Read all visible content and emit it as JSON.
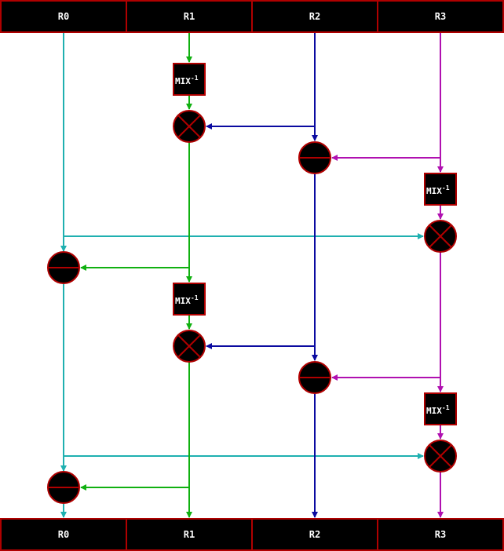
{
  "registers_top": [
    "R0",
    "R1",
    "R2",
    "R3"
  ],
  "registers_bottom": [
    "R0",
    "R1",
    "R2",
    "R3"
  ],
  "mix_label": {
    "text": "MIX",
    "superscript": "-1"
  },
  "colors": {
    "box_fill": "#000000",
    "box_stroke": "#b00000",
    "r0_line": "#1fb0b0",
    "r1_line": "#10b010",
    "r2_line": "#0a0aa0",
    "r3_line": "#b010b0",
    "op_stroke": "#b00000"
  },
  "operations": [
    {
      "kind": "mix",
      "lane": "R1",
      "round": 1
    },
    {
      "kind": "multiply",
      "lane": "R1",
      "input_from": "R2",
      "round": 1
    },
    {
      "kind": "subtract",
      "lane": "R2",
      "input_from": "R3",
      "round": 1
    },
    {
      "kind": "mix",
      "lane": "R3",
      "round": 1
    },
    {
      "kind": "multiply",
      "lane": "R3",
      "input_from": "R0",
      "round": 1
    },
    {
      "kind": "subtract",
      "lane": "R0",
      "input_from": "R1",
      "round": 1
    },
    {
      "kind": "mix",
      "lane": "R1",
      "round": 2
    },
    {
      "kind": "multiply",
      "lane": "R1",
      "input_from": "R2",
      "round": 2
    },
    {
      "kind": "subtract",
      "lane": "R2",
      "input_from": "R3",
      "round": 2
    },
    {
      "kind": "mix",
      "lane": "R3",
      "round": 2
    },
    {
      "kind": "multiply",
      "lane": "R3",
      "input_from": "R0",
      "round": 2
    },
    {
      "kind": "subtract",
      "lane": "R0",
      "input_from": "R1",
      "round": 2
    }
  ]
}
